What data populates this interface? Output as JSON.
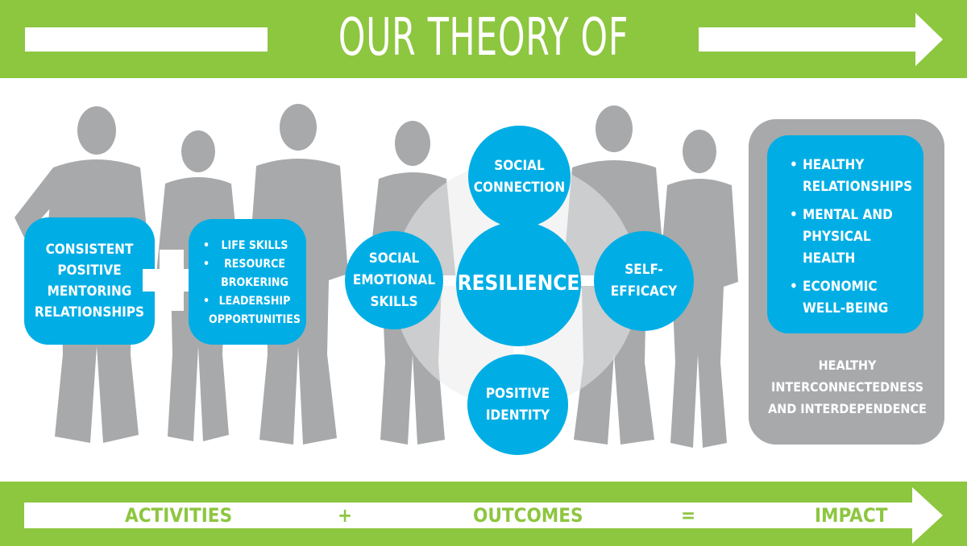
{
  "title": "OUR THEORY OF CHANGE",
  "colors": {
    "green": "#8dc63f",
    "blue": "#00aee5",
    "gray": "#a7a9ab",
    "white": "#ffffff"
  },
  "activities": {
    "mentoring_lines": [
      "CONSISTENT",
      "POSITIVE",
      "MENTORING",
      "RELATIONSHIPS"
    ],
    "plus_icon": "plus-icon",
    "items": [
      {
        "lines": [
          "LIFE SKILLS"
        ]
      },
      {
        "lines": [
          "RESOURCE",
          "BROKERING"
        ]
      },
      {
        "lines": [
          "LEADERSHIP",
          "OPPORTUNITIES"
        ]
      }
    ]
  },
  "outcomes": {
    "top": [
      "SOCIAL",
      "CONNECTION"
    ],
    "left": [
      "SOCIAL",
      "EMOTIONAL",
      "SKILLS"
    ],
    "center": "RESILIENCE",
    "right": "SELF-EFFICACY",
    "bottom": [
      "POSITIVE",
      "IDENTITY"
    ]
  },
  "impact": {
    "items": [
      {
        "lines": [
          "HEALTHY",
          "RELATIONSHIPS"
        ]
      },
      {
        "lines": [
          "MENTAL AND",
          "PHYSICAL",
          "HEALTH"
        ]
      },
      {
        "lines": [
          "ECONOMIC",
          "WELL-BEING"
        ]
      }
    ],
    "caption": [
      "HEALTHY",
      "INTERCONNECTEDNESS",
      "AND INTERDEPENDENCE"
    ]
  },
  "footer": {
    "activities": "ACTIVITIES",
    "plus": "+",
    "outcomes": "OUTCOMES",
    "equals": "=",
    "impact": "IMPACT"
  }
}
